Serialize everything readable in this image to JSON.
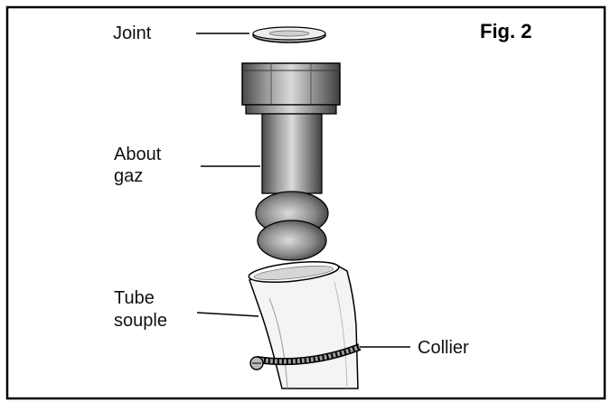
{
  "figure": {
    "title": "Fig. 2",
    "labels": {
      "joint": "Joint",
      "about_line1": "About",
      "about_line2": "gaz",
      "tube_line1": "Tube",
      "tube_line2": "souple",
      "collier": "Collier"
    }
  },
  "colors": {
    "ink": "#000000",
    "paper": "#ffffff",
    "metal_dark": "#555555",
    "metal_mid": "#9a9a9a",
    "metal_light": "#d8d8d8"
  }
}
